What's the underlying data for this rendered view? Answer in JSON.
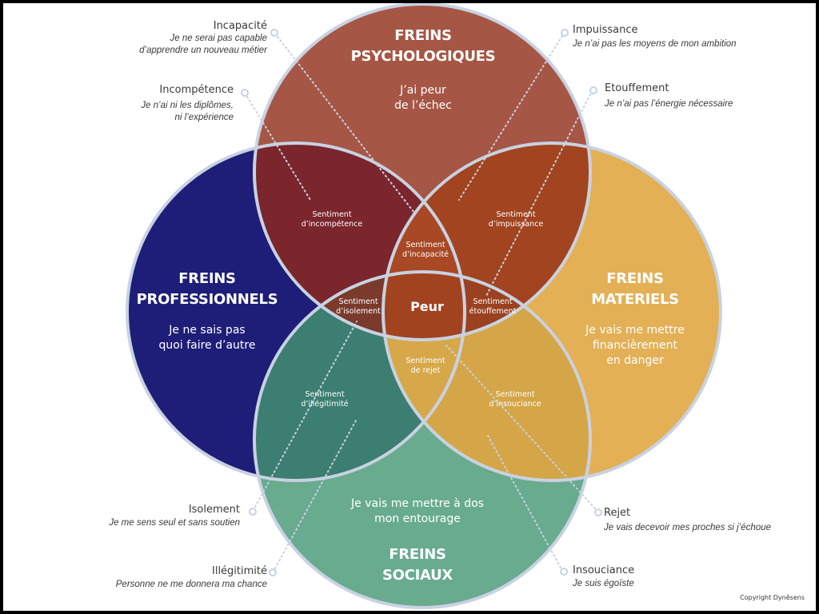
{
  "colors": {
    "psycho": "#A65645",
    "pro": "#1E1E78",
    "materiel": "#E3B055",
    "social": "#68AB8F",
    "psycho_pro": "#7A262C",
    "psycho_mat": "#A1441F",
    "pro_social": "#3C7E71",
    "mat_social": "#D4A648",
    "incapacite": "#A84824",
    "isolement": "#7A3A2C",
    "etouffement": "#9A4120",
    "rejet": "#D7A84A",
    "peur": "#A2431F",
    "stroke": "#C8D2E2",
    "leader": "#C8D2E2"
  },
  "circles": {
    "psycho": {
      "title_line1": "FREINS",
      "title_line2": "PSYCHOLOGIQUES",
      "sub_line1": "J’ai peur",
      "sub_line2": "de l’échec"
    },
    "pro": {
      "title_line1": "FREINS",
      "title_line2": "PROFESSIONNELS",
      "sub_line1": "Je ne sais pas",
      "sub_line2": "quoi faire d’autre"
    },
    "materiel": {
      "title_line1": "FREINS",
      "title_line2": "MATERIELS",
      "sub_line1": "Je vais me mettre",
      "sub_line2": "financièrement",
      "sub_line3": "en danger"
    },
    "social": {
      "title_line1": "FREINS",
      "title_line2": "SOCIAUX",
      "sub_line1": "Je vais me mettre à dos",
      "sub_line2": "mon entourage"
    }
  },
  "intersections": {
    "incompetence": {
      "line1": "Sentiment",
      "line2": "d’incompétence"
    },
    "impuissance": {
      "line1": "Sentiment",
      "line2": "d’impuissance"
    },
    "incapacite": {
      "line1": "Sentiment",
      "line2": "d’incapacité"
    },
    "isolement": {
      "line1": "Sentiment",
      "line2": "d’isolement"
    },
    "etouffement": {
      "line1": "Sentiment",
      "line2": "étouffement"
    },
    "rejet": {
      "line1": "Sentiment",
      "line2": "de rejet"
    },
    "illegitimite": {
      "line1": "Sentiment",
      "line2": "d’illégitimité"
    },
    "insouciance": {
      "line1": "Sentiment",
      "line2": "d’insouciance"
    },
    "center": "Peur"
  },
  "callouts": {
    "incapacite": {
      "name": "Incapacité",
      "desc1": "Je ne serai pas capable",
      "desc2": "d’apprendre un nouveau métier"
    },
    "incompetence": {
      "name": "Incompétence",
      "desc1": "Je n’ai ni les diplômes,",
      "desc2": "ni l’expérience"
    },
    "impuissance": {
      "name": "Impuissance",
      "desc1": "Je n’ai pas les moyens de mon ambition"
    },
    "etouffement": {
      "name": "Etouffement",
      "desc1": "Je n’ai pas l’énergie nécessaire"
    },
    "isolement": {
      "name": "Isolement",
      "desc1": "Je me sens seul et sans soutien"
    },
    "illegitimite": {
      "name": "Illégitimité",
      "desc1": "Personne ne me donnera ma chance"
    },
    "rejet": {
      "name": "Rejet",
      "desc1": "Je vais decevoir mes proches si j’échoue"
    },
    "insouciance": {
      "name": "Insouciance",
      "desc1": "Je suis égoïste"
    }
  },
  "copyright": "Copyright Dynêsens"
}
